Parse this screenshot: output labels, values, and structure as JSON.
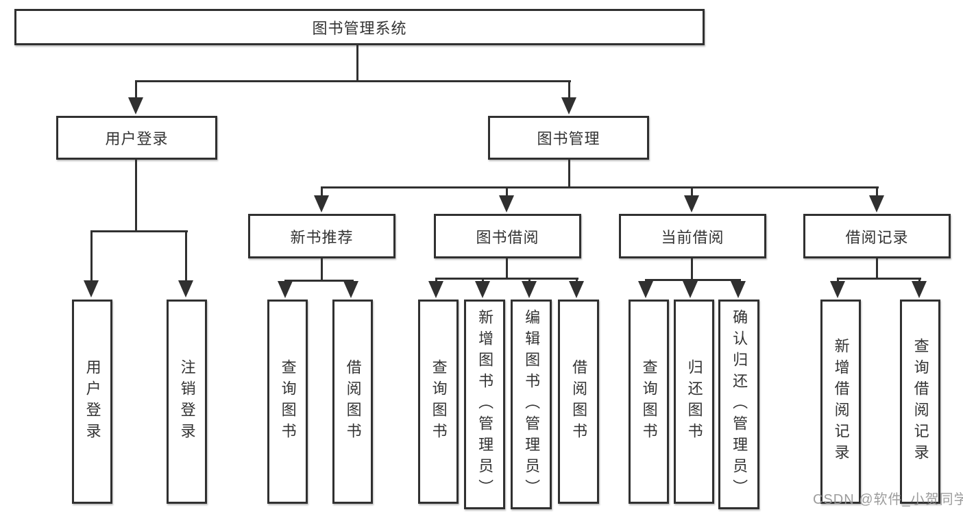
{
  "tree": {
    "root": {
      "label": "图书管理系统"
    },
    "branches": [
      {
        "label": "用户登录",
        "children": [
          {
            "label": "用户登录"
          },
          {
            "label": "注销登录"
          }
        ]
      },
      {
        "label": "图书管理",
        "children": [
          {
            "label": "新书推荐",
            "children": [
              {
                "label": "查询图书"
              },
              {
                "label": "借阅图书"
              }
            ]
          },
          {
            "label": "图书借阅",
            "children": [
              {
                "label": "查询图书"
              },
              {
                "label": "新增图书（管理员）"
              },
              {
                "label": "编辑图书（管理员）"
              },
              {
                "label": "借阅图书"
              }
            ]
          },
          {
            "label": "当前借阅",
            "children": [
              {
                "label": "查询图书"
              },
              {
                "label": "归还图书"
              },
              {
                "label": "确认归还（管理员）"
              }
            ]
          },
          {
            "label": "借阅记录",
            "children": [
              {
                "label": "新增借阅记录"
              },
              {
                "label": "查询借阅记录"
              }
            ]
          }
        ]
      }
    ]
  },
  "watermark": "CSDN @软件_小贺同学",
  "colors": {
    "line": "#303030",
    "text": "#333333",
    "watermark": "#949494"
  }
}
